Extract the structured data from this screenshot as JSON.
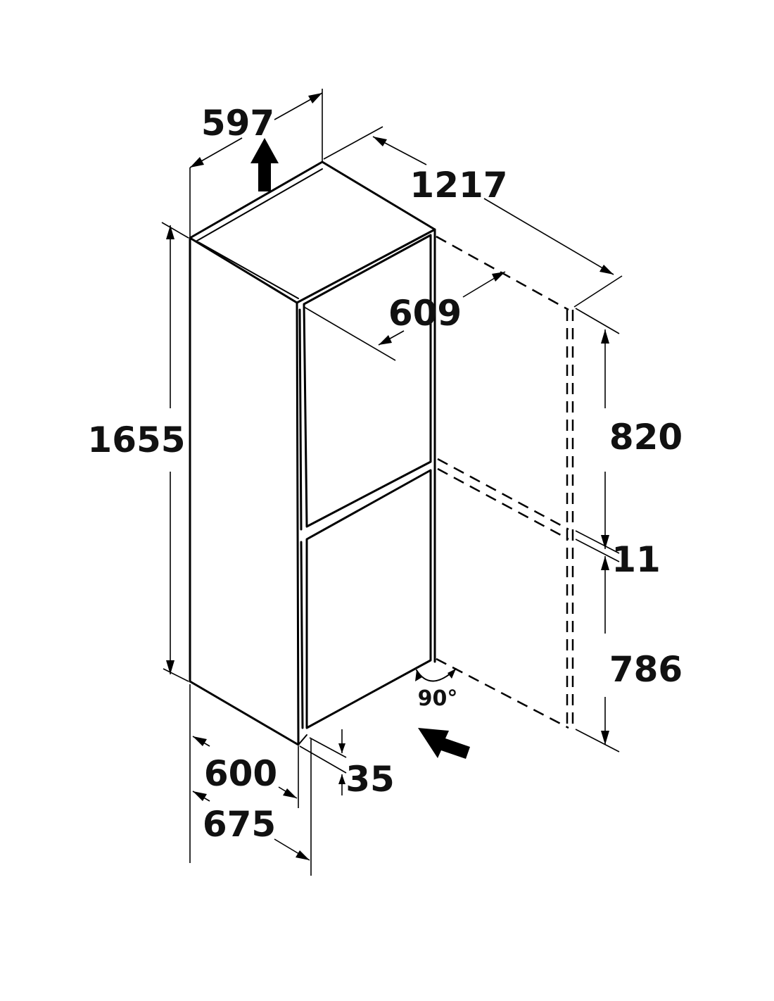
{
  "dimensions": {
    "width_top": "597",
    "depth_with_door_open": "1217",
    "door_clearance": "609",
    "height": "1655",
    "upper_section": "820",
    "gap": "11",
    "lower_section": "786",
    "depth_body": "600",
    "depth_total": "675",
    "wall_distance": "35",
    "door_angle": "90°"
  }
}
